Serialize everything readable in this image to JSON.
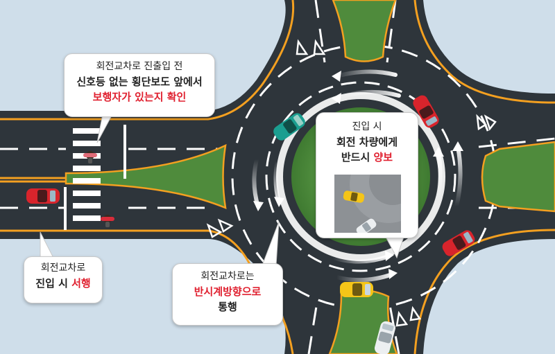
{
  "callouts": {
    "crosswalk": {
      "line1": "회전교차로 진출입 전",
      "line2": "신호등 없는 횡단보도 앞에서",
      "line3": "보행자가 있는지 확인"
    },
    "yield": {
      "line1": "진입 시",
      "line2": "회전 차량에게",
      "line3_prefix": "반드시 ",
      "line3_highlight": "양보"
    },
    "slow": {
      "line1": "회전교차로",
      "line2_prefix": "진입 시 ",
      "line2_highlight": "서행"
    },
    "direction": {
      "line1": "회전교차로는",
      "line2": "반시계방향으로",
      "line3": "통행"
    }
  },
  "colors": {
    "road": "#2e353b",
    "grass": "#4f8b3c",
    "grass_light": "#6fb256",
    "edge_line": "#f4a020",
    "highlight": "#e0202f",
    "background": "#cfdeea"
  }
}
